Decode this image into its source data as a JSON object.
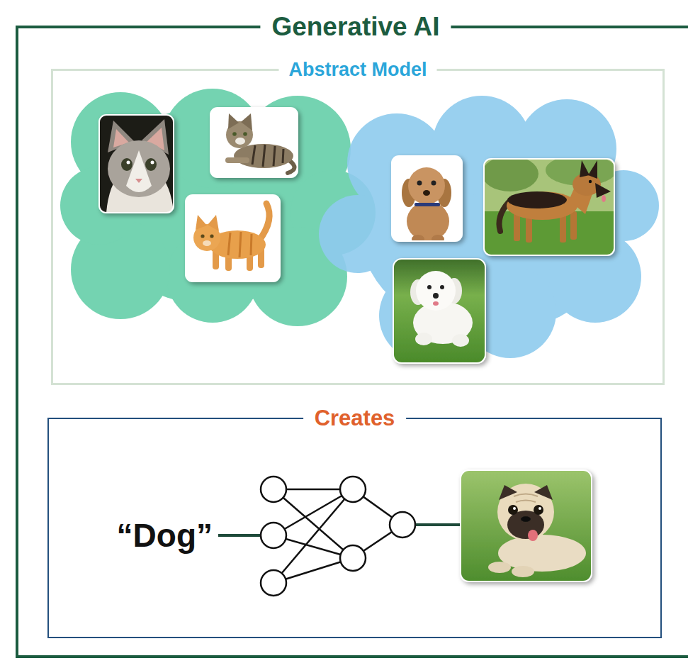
{
  "diagram": {
    "nodes": [
      {
        "text": [
          "Generative AI"
        ]
      },
      {
        "text": [
          "Abstract Model"
        ],
        "in": 0
      },
      {
        "text": [
          "Creates",
          "“Dog”"
        ],
        "in": 0
      }
    ]
  }
}
